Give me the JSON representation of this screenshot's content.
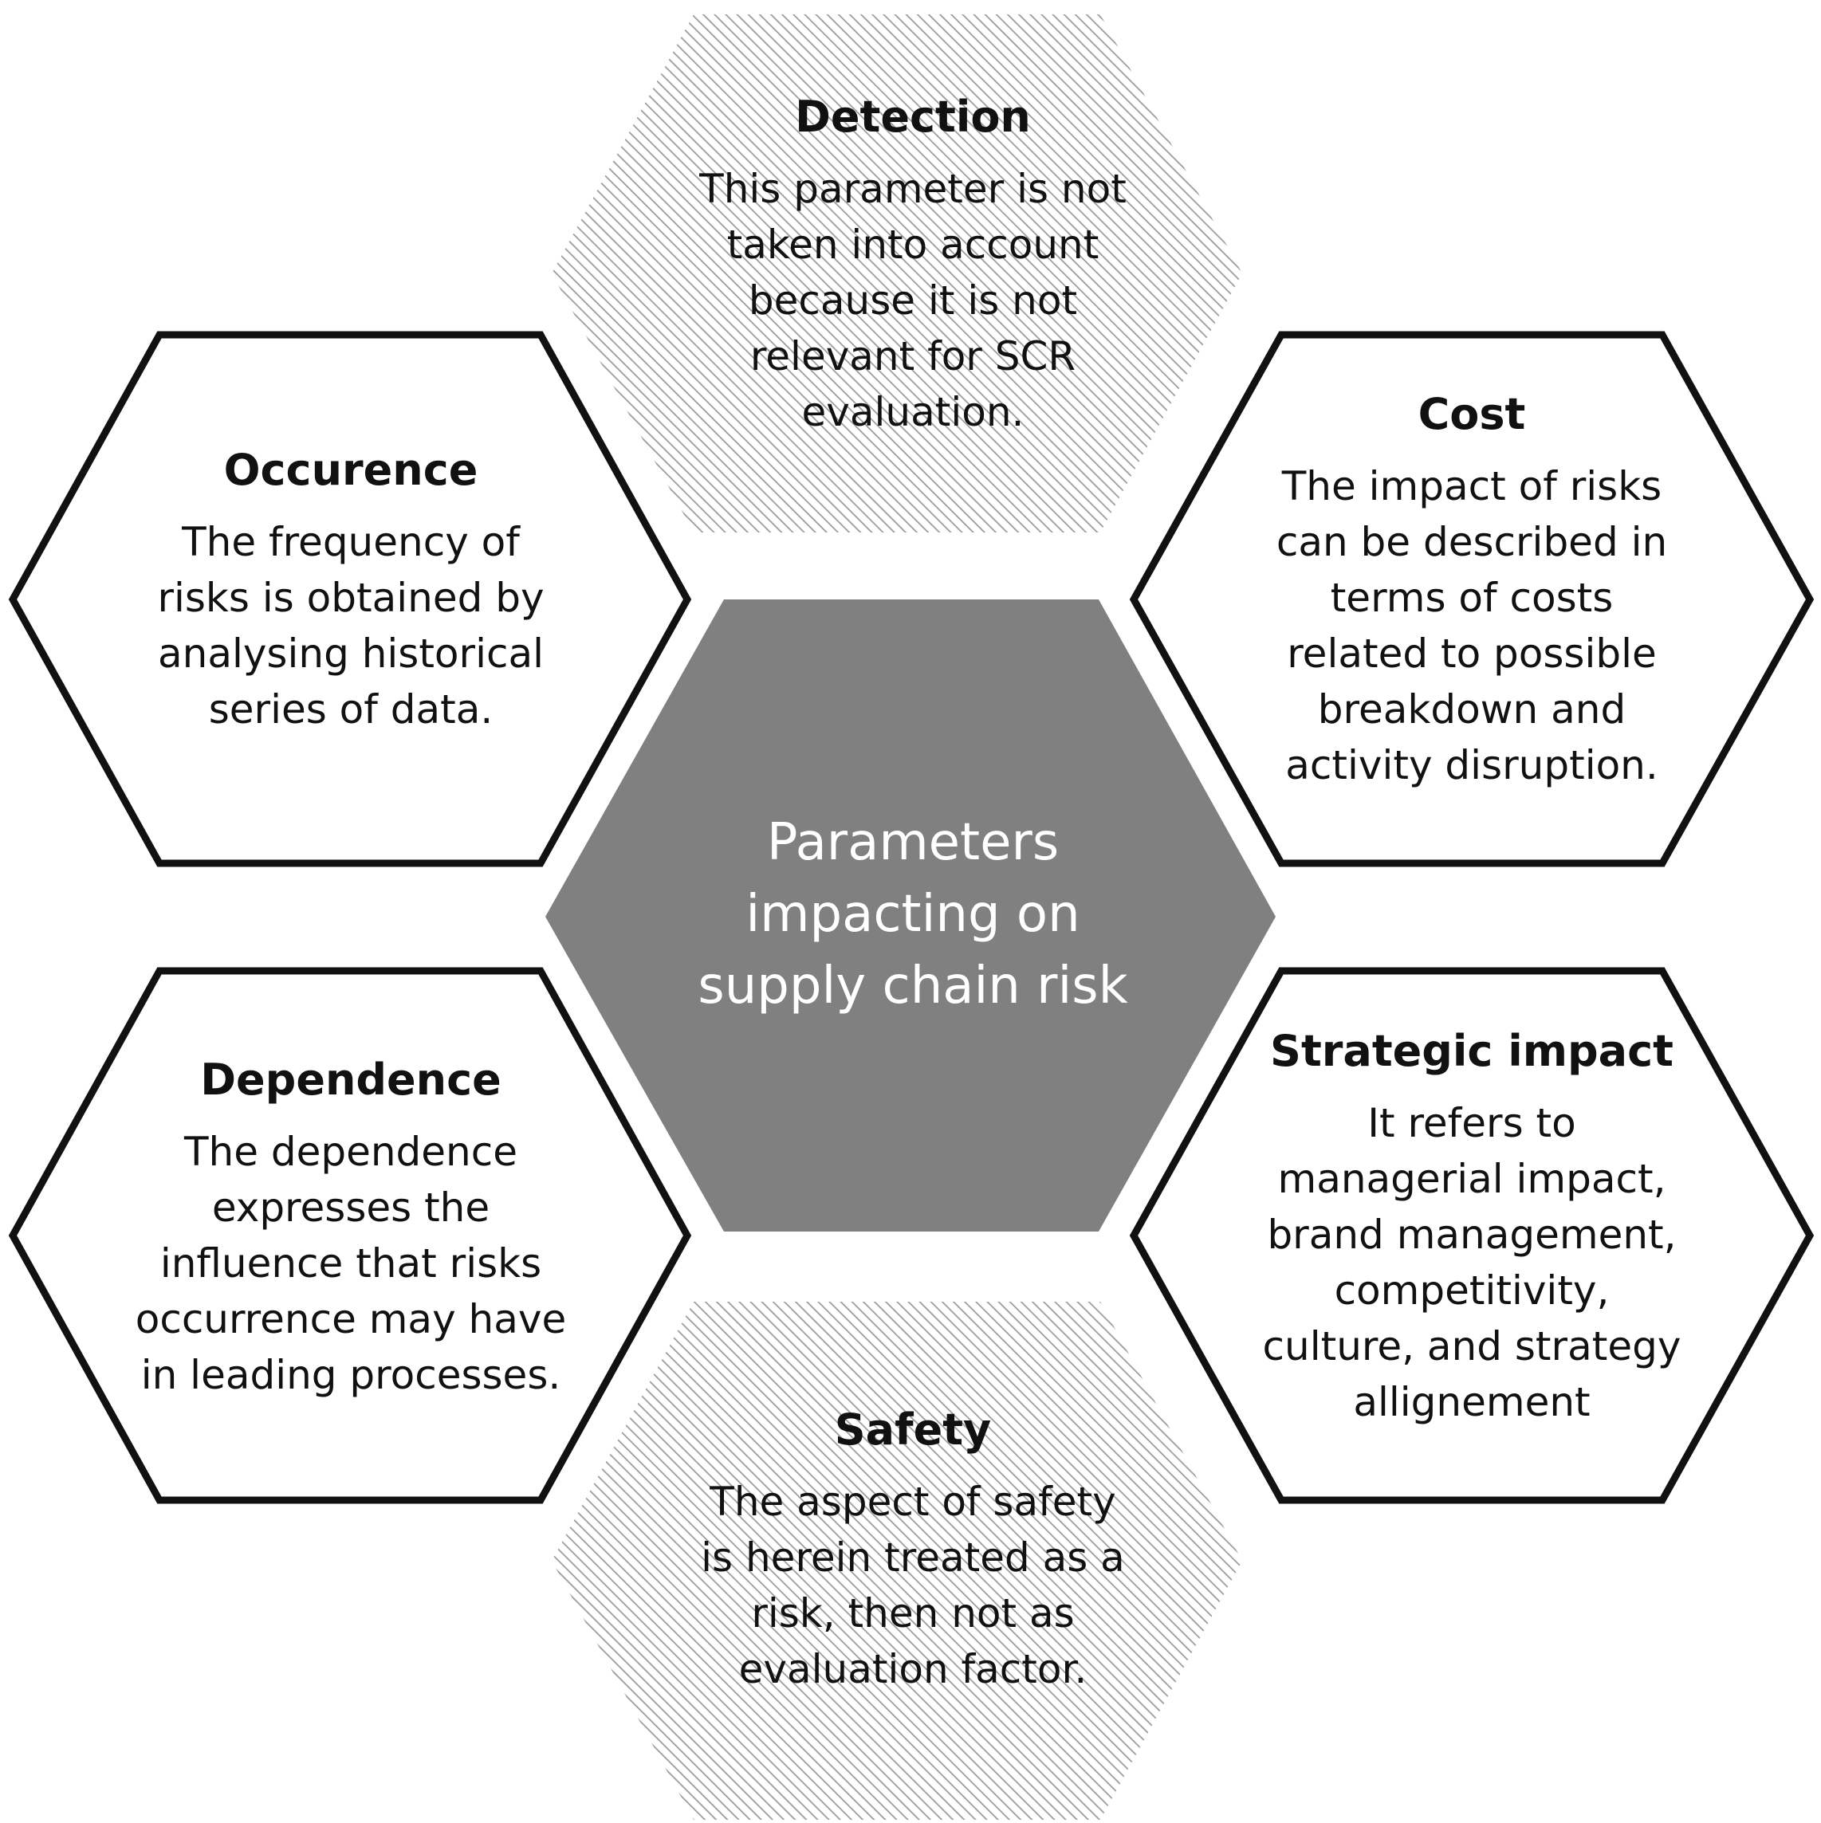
{
  "center": {
    "label": "Parameters\nimpacting on\nsupply chain risk"
  },
  "parameters": [
    {
      "key": "detection",
      "title": "Detection",
      "body": "This parameter is not\ntaken into account\nbecause it is not\nrelevant for SCR\nevaluation.",
      "style": "hatched"
    },
    {
      "key": "occurence",
      "title": "Occurence",
      "body": "The frequency of\nrisks is obtained by\nanalysing historical\nseries of data.",
      "style": "outlined"
    },
    {
      "key": "cost",
      "title": "Cost",
      "body": "The impact of risks\ncan be described in\nterms of costs\nrelated to possible\nbreakdown and\nactivity disruption.",
      "style": "outlined"
    },
    {
      "key": "dependence",
      "title": "Dependence",
      "body": "The dependence\nexpresses the\ninfluence that risks\noccurrence may have\nin leading processes.",
      "style": "outlined"
    },
    {
      "key": "strategic-impact",
      "title": "Strategic impact",
      "body": "It refers to\nmanagerial impact,\nbrand management,\ncompetitivity,\nculture, and strategy\nallignement",
      "style": "outlined"
    },
    {
      "key": "safety",
      "title": "Safety",
      "body": "The aspect of safety\nis herein treated as a\nrisk, then not as\nevaluation factor.",
      "style": "hatched"
    }
  ],
  "colors": {
    "center_fill": "#808080",
    "outline": "#111111",
    "hatch": "#9a9a9a",
    "background": "#ffffff"
  }
}
